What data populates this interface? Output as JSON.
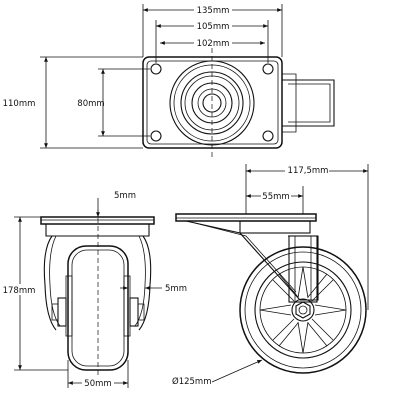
{
  "dimensions": {
    "top_width_135": "135mm",
    "top_width_105": "105mm",
    "top_width_102": "102mm",
    "top_height_110": "110mm",
    "top_height_80": "80mm",
    "front_plate_5": "5mm",
    "front_wheel_gap_5": "5mm",
    "front_height_178": "178mm",
    "front_width_50": "50mm",
    "side_offset_117_5": "117,5mm",
    "side_offset_55": "55mm",
    "side_diameter_125": "Ø125mm"
  },
  "colors": {
    "line": "#111111",
    "background": "#ffffff"
  }
}
